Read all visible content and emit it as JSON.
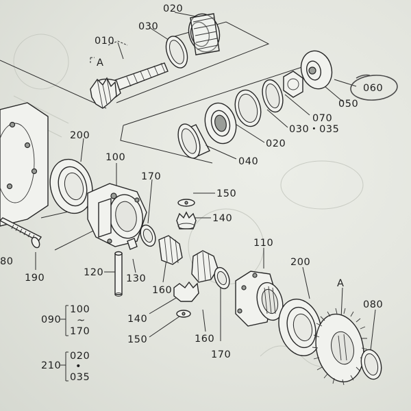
{
  "diagram": {
    "labels": {
      "l020_top": "020",
      "l030_top": "030",
      "l010": "010",
      "lA_left": "A",
      "l060": "060",
      "l050": "050",
      "l070": "070",
      "l030_035": "030・035",
      "l020_mid": "020",
      "l040": "040",
      "l200_left": "200",
      "l100": "100",
      "l170_top": "170",
      "l150_top": "150",
      "l140_top": "140",
      "l110": "110",
      "l200_right": "200",
      "lA_right": "A",
      "l080_right": "080",
      "l080_left": "80",
      "l190": "190",
      "l120": "120",
      "l130": "130",
      "l160_left": "160",
      "l140_bottom": "140",
      "l150_bottom": "150",
      "l160_bottom": "160",
      "l170_bottom": "170"
    },
    "groups": {
      "g090": {
        "label": "090",
        "top": "100",
        "tilde": "~",
        "bottom": "170"
      },
      "g210": {
        "label": "210",
        "top": "020",
        "dot": "•",
        "bottom": "035"
      }
    },
    "highlight_color": "#4a4a4a",
    "ink_color": "#1e1e1e"
  }
}
